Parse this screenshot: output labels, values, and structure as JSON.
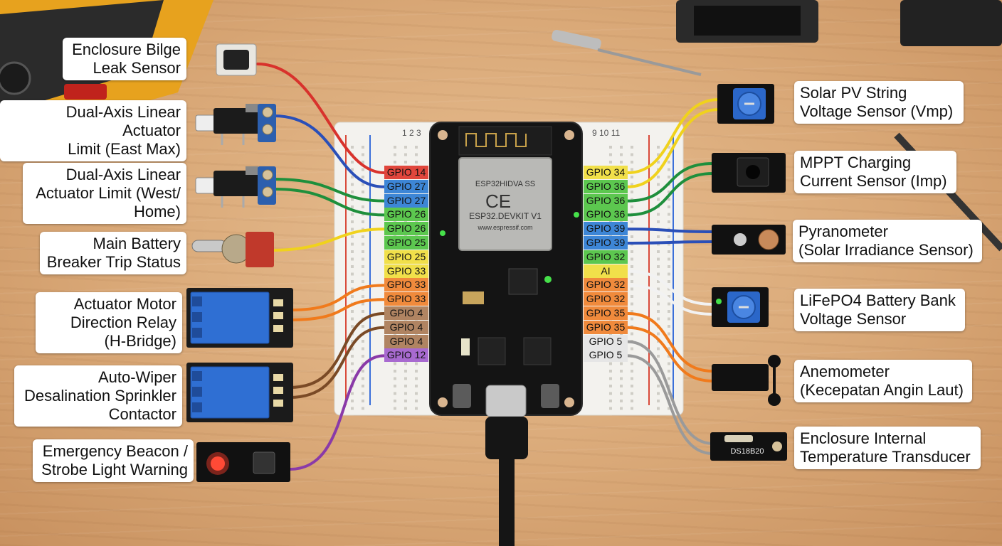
{
  "board": {
    "chip_lines": [
      "ESP32HIDVA SS",
      "CE",
      "ESP32.DEVKIT V1",
      "www.espressif.com"
    ],
    "usb_label": ""
  },
  "left_pins": [
    {
      "label": "GPIO 14",
      "color": "#e0463c"
    },
    {
      "label": "GPIO 27",
      "color": "#3d86d6"
    },
    {
      "label": "GPIO 27",
      "color": "#3d86d6"
    },
    {
      "label": "GPIO 26",
      "color": "#5cc74f"
    },
    {
      "label": "GPIO 26",
      "color": "#5cc74f"
    },
    {
      "label": "GPIO 25",
      "color": "#5cc74f"
    },
    {
      "label": "GPIO 25",
      "color": "#f1e04a"
    },
    {
      "label": "GPIO 33",
      "color": "#f1e04a"
    },
    {
      "label": "GPIO 33",
      "color": "#f08a3c"
    },
    {
      "label": "GPIO 33",
      "color": "#f08a3c"
    },
    {
      "label": "GPIO 4",
      "color": "#b08462"
    },
    {
      "label": "GPIO 4",
      "color": "#b08462"
    },
    {
      "label": "GPIO 4",
      "color": "#b08462"
    },
    {
      "label": "GPIO 12",
      "color": "#a86ad0"
    }
  ],
  "right_pins": [
    {
      "label": "GPIO 34",
      "color": "#f1e04a"
    },
    {
      "label": "GPIO 36",
      "color": "#5cc74f"
    },
    {
      "label": "GPIO 36",
      "color": "#5cc74f"
    },
    {
      "label": "GPIO 36",
      "color": "#5cc74f"
    },
    {
      "label": "GPIO 39",
      "color": "#3d86d6"
    },
    {
      "label": "GPIO 39",
      "color": "#3d86d6"
    },
    {
      "label": "GPIO 32",
      "color": "#5cc74f"
    },
    {
      "label": "AI",
      "color": "#f1e04a"
    },
    {
      "label": "GPIO 32",
      "color": "#f08a3c"
    },
    {
      "label": "GPIO 32",
      "color": "#f08a3c"
    },
    {
      "label": "GPIO 35",
      "color": "#f08a3c"
    },
    {
      "label": "GPIO 35",
      "color": "#f08a3c"
    },
    {
      "label": "GPIO 5",
      "color": "#e6e6e6"
    },
    {
      "label": "GPIO 5",
      "color": "#e6e6e6"
    }
  ],
  "left_components": [
    {
      "lines": [
        "Enclosure Bilge",
        "Leak Sensor"
      ],
      "wire": "#d8322c",
      "device": "pushbutton"
    },
    {
      "lines": [
        "Dual-Axis Linear Actuator",
        "Limit (East Max)"
      ],
      "wire": "#2a4fb8",
      "device": "limit-switch"
    },
    {
      "lines": [
        "Dual-Axis Linear",
        "Actuator Limit (West/",
        "Home)"
      ],
      "wire": "#1e8f3c",
      "device": "limit-switch"
    },
    {
      "lines": [
        "Main Battery",
        "Breaker Trip Status"
      ],
      "wire": "#f0d21c",
      "device": "toggle-switch"
    },
    {
      "lines": [
        "Actuator Motor",
        "Direction Relay",
        "(H-Bridge)"
      ],
      "wire": "#f07a1c",
      "device": "relay"
    },
    {
      "lines": [
        "Auto-Wiper",
        "Desalination Sprinkler",
        "Contactor"
      ],
      "wire": "#7a4a26",
      "device": "relay"
    },
    {
      "lines": [
        "Emergency Beacon /",
        "Strobe Light Warning"
      ],
      "wire": "#8a3aa8",
      "device": "led-module"
    }
  ],
  "right_components": [
    {
      "lines": [
        "Solar PV String",
        "Voltage Sensor (Vmp)"
      ],
      "wire": "#f0d21c",
      "device": "potentiometer"
    },
    {
      "lines": [
        "MPPT Charging",
        "Current Sensor (Imp)"
      ],
      "wire": "#1e8f3c",
      "device": "current-sensor"
    },
    {
      "lines": [
        "Pyranometer",
        "(Solar Irradiance Sensor)"
      ],
      "wire": "#2a4fb8",
      "device": "ldr-module"
    },
    {
      "lines": [
        "LiFePO4 Battery Bank",
        "Voltage Sensor"
      ],
      "wire": "#f2f2f2",
      "device": "potentiometer"
    },
    {
      "lines": [
        "Anemometer",
        "(Kecepatan Angin Laut)"
      ],
      "wire": "#f07a1c",
      "device": "anemometer"
    },
    {
      "lines": [
        "Enclosure Internal",
        "Temperature Transducer"
      ],
      "wire": "#9a9a9a",
      "device": "temp-probe"
    }
  ],
  "temp_probe_label": "DS18B20",
  "breadboard_numbers_left": [
    "1",
    "2",
    "3"
  ],
  "breadboard_numbers_right": [
    "9",
    "10",
    "11"
  ]
}
